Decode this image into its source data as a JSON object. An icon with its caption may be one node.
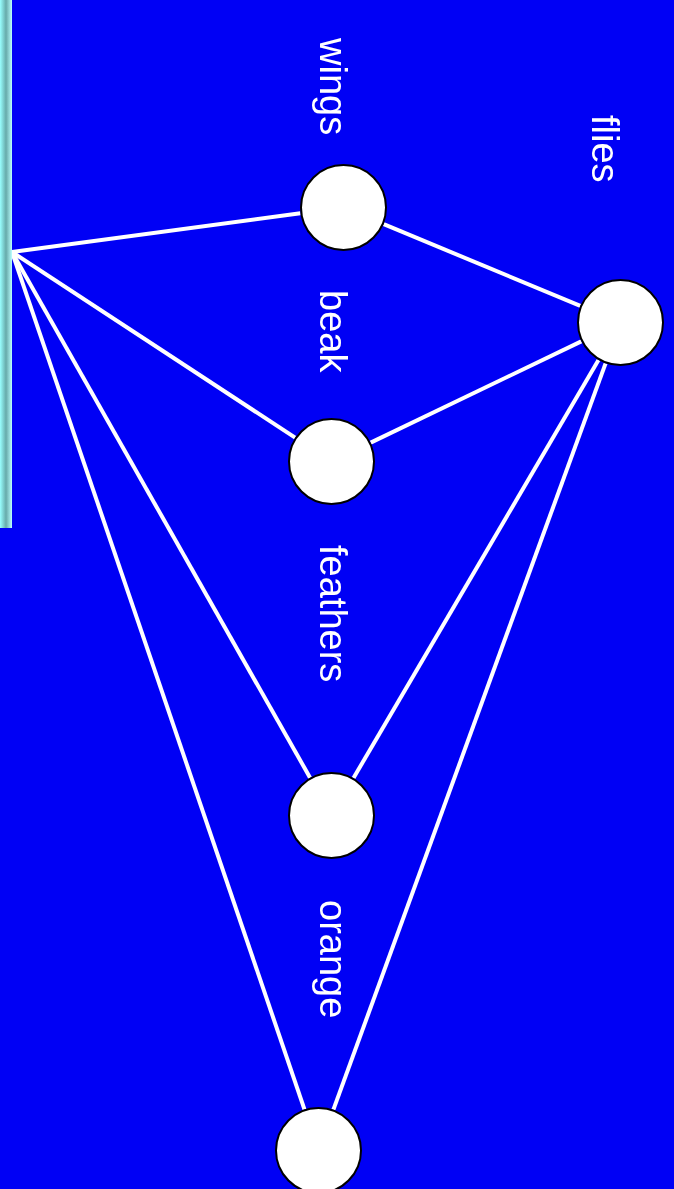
{
  "diagram": {
    "nodes": [
      {
        "text": [],
        "shape": "picture"
      },
      {
        "text": [],
        "shape": "circle"
      },
      {
        "text": [],
        "shape": "circle"
      },
      {
        "text": [],
        "shape": "circle"
      },
      {
        "text": [],
        "shape": "circle"
      },
      {
        "text": [],
        "shape": "circle"
      }
    ],
    "edges": [
      {
        "from": 0,
        "to": 1,
        "arrow": "none"
      },
      {
        "from": 0,
        "to": 2,
        "arrow": "none"
      },
      {
        "from": 0,
        "to": 3,
        "arrow": "none"
      },
      {
        "from": 0,
        "to": 4,
        "arrow": "none"
      },
      {
        "from": 1,
        "to": 5,
        "arrow": "none"
      },
      {
        "from": 2,
        "to": 5,
        "arrow": "none"
      },
      {
        "from": 3,
        "to": 5,
        "arrow": "none"
      },
      {
        "from": 4,
        "to": 5,
        "arrow": "none"
      }
    ],
    "labels": [
      "wings",
      "flies",
      "beak",
      "feathers",
      "orange"
    ]
  }
}
